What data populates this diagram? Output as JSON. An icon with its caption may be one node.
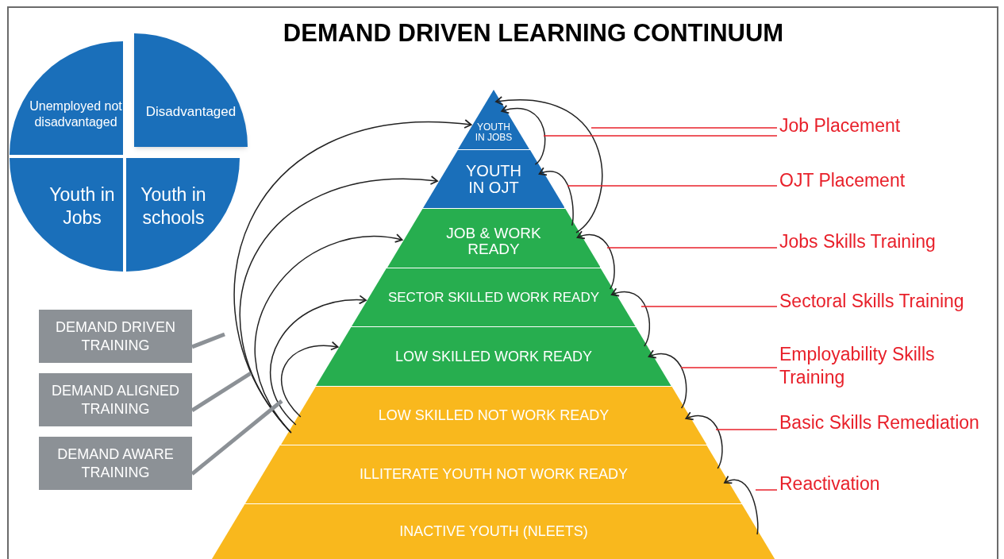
{
  "diagram": {
    "title": "DEMAND DRIVEN LEARNING CONTINUUM",
    "nodes": [
      {
        "text": [
          "Unemployed not disadvantaged"
        ]
      },
      {
        "text": [
          "Disadvantaged"
        ]
      },
      {
        "text": [
          "Youth in Jobs"
        ]
      },
      {
        "text": [
          "Youth in schools"
        ]
      },
      {
        "text": [
          "YOUTH IN JOBS"
        ]
      },
      {
        "text": [
          "YOUTH IN OJT"
        ]
      },
      {
        "text": [
          "JOB & WORK READY"
        ]
      },
      {
        "text": [
          "SECTOR SKILLED WORK READY"
        ]
      },
      {
        "text": [
          "LOW SKILLED WORK READY"
        ]
      },
      {
        "text": [
          "LOW SKILLED NOT WORK READY"
        ]
      },
      {
        "text": [
          "ILLITERATE YOUTH NOT WORK READY"
        ]
      },
      {
        "text": [
          "INACTIVE YOUTH (NLEETS)"
        ]
      },
      {
        "text": [
          "DEMAND DRIVEN TRAINING"
        ]
      },
      {
        "text": [
          "DEMAND ALIGNED TRAINING"
        ]
      },
      {
        "text": [
          "DEMAND AWARE TRAINING"
        ]
      },
      {
        "text": [
          "Job Placement"
        ]
      },
      {
        "text": [
          "OJT Placement"
        ]
      },
      {
        "text": [
          "Jobs Skills Training"
        ]
      },
      {
        "text": [
          "Sectoral Skills Training"
        ]
      },
      {
        "text": [
          "Employability Skills Training"
        ]
      },
      {
        "text": [
          "Basic Skills Remediation"
        ]
      },
      {
        "text": [
          "Reactivation"
        ]
      }
    ],
    "edges": [
      {
        "from": 9,
        "to": 4,
        "arrow": "to"
      },
      {
        "from": 9,
        "to": 5,
        "arrow": "to"
      },
      {
        "from": 9,
        "to": 6,
        "arrow": "to"
      },
      {
        "from": 9,
        "to": 7,
        "arrow": "to"
      },
      {
        "from": 9,
        "to": 8,
        "arrow": "to"
      },
      {
        "from": 5,
        "to": 4,
        "arrow": "to"
      },
      {
        "from": 6,
        "to": 4,
        "arrow": "to"
      },
      {
        "from": 6,
        "to": 5,
        "arrow": "to"
      },
      {
        "from": 7,
        "to": 6,
        "arrow": "to"
      },
      {
        "from": 8,
        "to": 7,
        "arrow": "to"
      },
      {
        "from": 9,
        "to": 8,
        "arrow": "to"
      },
      {
        "from": 10,
        "to": 9,
        "arrow": "to"
      },
      {
        "from": 11,
        "to": 10,
        "arrow": "to"
      },
      {
        "from": 15,
        "to": null,
        "arrow": "none",
        "color": "#e8202a"
      },
      {
        "from": 15,
        "to": null,
        "arrow": "none",
        "color": "#e8202a"
      },
      {
        "from": 16,
        "to": null,
        "arrow": "none",
        "color": "#e8202a"
      },
      {
        "from": 17,
        "to": null,
        "arrow": "none",
        "color": "#e8202a"
      },
      {
        "from": 18,
        "to": null,
        "arrow": "none",
        "color": "#e8202a"
      },
      {
        "from": 19,
        "to": null,
        "arrow": "none",
        "color": "#e8202a"
      },
      {
        "from": 20,
        "to": null,
        "arrow": "none",
        "color": "#e8202a"
      },
      {
        "from": 21,
        "to": null,
        "arrow": "none",
        "color": "#e8202a"
      },
      {
        "from": 12,
        "to": null,
        "arrow": "none",
        "style": "thick",
        "color": "#8c9196"
      },
      {
        "from": 13,
        "to": null,
        "arrow": "none",
        "style": "thick",
        "color": "#8c9196"
      },
      {
        "from": 14,
        "to": null,
        "arrow": "none",
        "style": "thick",
        "color": "#8c9196"
      }
    ]
  }
}
